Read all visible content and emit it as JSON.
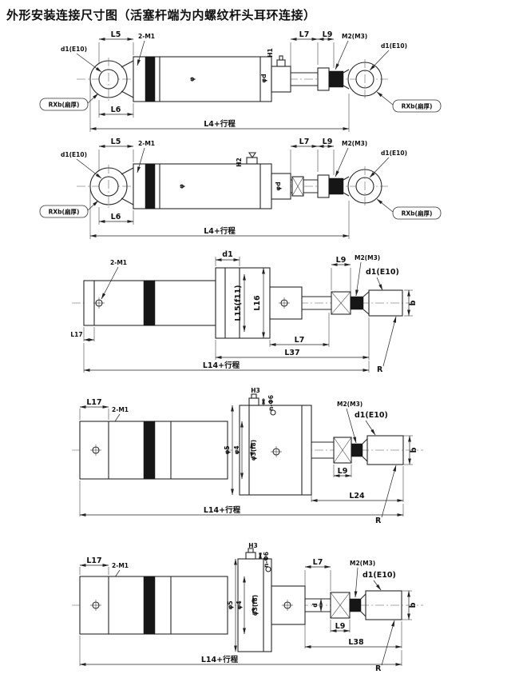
{
  "title": "外形安装连接尺寸图（活塞杆端为内螺纹杆头耳环连接）",
  "p1": {
    "l5": "L5",
    "m1": "2-M1",
    "l7": "L7",
    "l9": "L9",
    "m2": "M2(M3)",
    "d1_left": "d1(E10)",
    "d1_right": "d1(E10)",
    "h1": "H1",
    "phi_bore": "φ",
    "phi_rod": "φd",
    "rxb_left": "RXb(扁厚)",
    "rxb_right": "RXb(扁厚)",
    "l6": "L6",
    "l4": "L4+行程"
  },
  "p2": {
    "l5": "L5",
    "m1": "2-M1",
    "l7": "L7",
    "l9": "L9",
    "m2": "M2(M3)",
    "d1_left": "d1(E10)",
    "d1_right": "d1(E10)",
    "h2": "H2",
    "phi_bore": "φ",
    "phi_rod": "φd",
    "rxb_left": "RXb(扁厚)",
    "rxb_right": "RXb(扁厚)",
    "l6": "L6",
    "l4": "L4+行程"
  },
  "p3": {
    "m1": "2-M1",
    "d1": "d1",
    "l9": "L9",
    "m2": "M2(M3)",
    "d1e": "d1(E10)",
    "l15": "L15(f11)",
    "l16": "L16",
    "b": "b",
    "l7": "L7",
    "l17": "L17",
    "l37": "L37",
    "l14": "L14+行程",
    "r": "R"
  },
  "p4": {
    "l17": "L17",
    "m1": "2-M1",
    "h3": "H3",
    "n6": "n-Φ6",
    "m2": "M2(M3)",
    "d1e": "d1(E10)",
    "phi5": "φ5",
    "phi4": "φ4",
    "phi3": "φ3(f8)",
    "l9": "L9",
    "l24": "L24",
    "l14": "L14+行程",
    "r": "R",
    "b": "b"
  },
  "p5": {
    "l17": "L17",
    "m1": "2-M1",
    "h3": "H3",
    "n6": "n-Φ6",
    "l7": "L7",
    "m2": "M2(M3)",
    "d1e": "d1(E10)",
    "phi5": "φ5",
    "phi4": "φ4",
    "phi3": "φ3(f8)",
    "d": "d",
    "l9": "L9",
    "l38": "L38",
    "l14": "L14+行程",
    "r": "R",
    "b": "b"
  }
}
